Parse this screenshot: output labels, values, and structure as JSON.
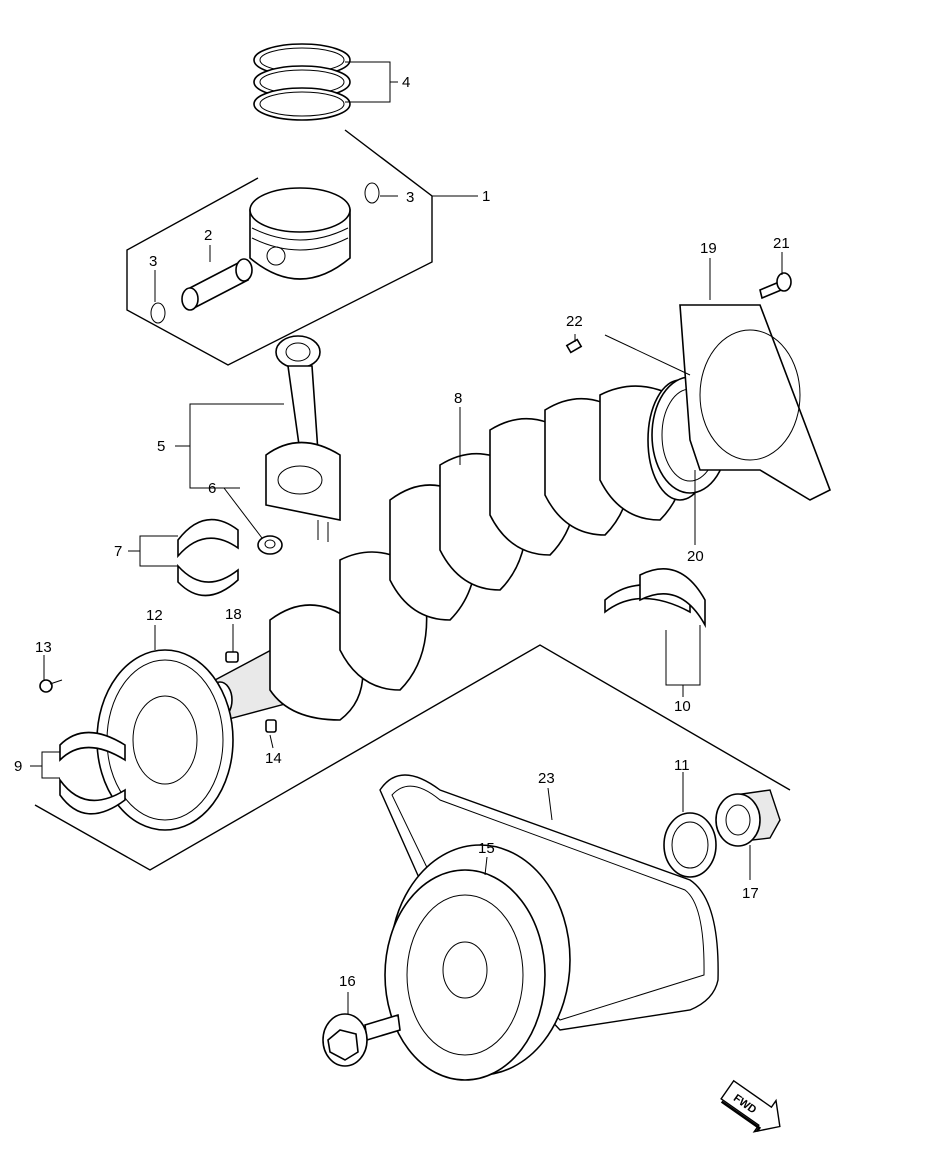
{
  "diagram": {
    "background": "#ffffff",
    "line_color": "#000000",
    "fwd_label": "FWD",
    "callouts": [
      {
        "id": "c1",
        "text": "1"
      },
      {
        "id": "c2",
        "text": "2"
      },
      {
        "id": "c3a",
        "text": "3"
      },
      {
        "id": "c3b",
        "text": "3"
      },
      {
        "id": "c4",
        "text": "4"
      },
      {
        "id": "c5",
        "text": "5"
      },
      {
        "id": "c6",
        "text": "6"
      },
      {
        "id": "c7",
        "text": "7"
      },
      {
        "id": "c8",
        "text": "8"
      },
      {
        "id": "c9",
        "text": "9"
      },
      {
        "id": "c10",
        "text": "10"
      },
      {
        "id": "c11",
        "text": "11"
      },
      {
        "id": "c12",
        "text": "12"
      },
      {
        "id": "c13",
        "text": "13"
      },
      {
        "id": "c14",
        "text": "14"
      },
      {
        "id": "c15",
        "text": "15"
      },
      {
        "id": "c16",
        "text": "16"
      },
      {
        "id": "c17",
        "text": "17"
      },
      {
        "id": "c18",
        "text": "18"
      },
      {
        "id": "c19",
        "text": "19"
      },
      {
        "id": "c20",
        "text": "20"
      },
      {
        "id": "c21",
        "text": "21"
      },
      {
        "id": "c22",
        "text": "22"
      },
      {
        "id": "c23",
        "text": "23"
      }
    ]
  }
}
